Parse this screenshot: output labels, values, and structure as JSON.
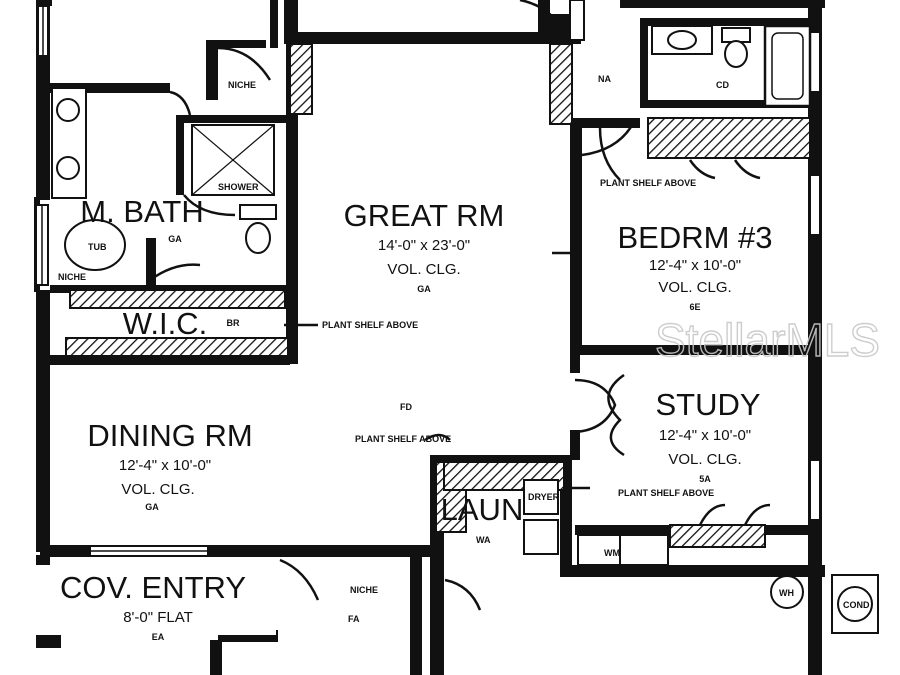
{
  "rooms": {
    "great_rm": {
      "name": "GREAT RM",
      "size": "14'-0\" x 23'-0\"",
      "ceiling": "VOL. CLG.",
      "code": "GA"
    },
    "bedrm3": {
      "name": "BEDRM #3",
      "size": "12'-4\" x 10'-0\"",
      "ceiling": "VOL. CLG.",
      "code": "6E"
    },
    "m_bath": {
      "name": "M. BATH",
      "code": "GA"
    },
    "wic": {
      "name": "W.I.C."
    },
    "dining_rm": {
      "name": "DINING RM",
      "size": "12'-4\" x 10'-0\"",
      "ceiling": "VOL. CLG.",
      "code": "GA"
    },
    "study": {
      "name": "STUDY",
      "size": "12'-4\" x 10'-0\"",
      "ceiling": "VOL. CLG.",
      "code": "5A"
    },
    "cov_entry": {
      "name": "COV. ENTRY",
      "size": "8'-0\" FLAT",
      "code": "EA"
    },
    "laun": {
      "name": "LAUN"
    }
  },
  "small_labels": {
    "niche_top": "NICHE",
    "niche_left": "NICHE",
    "niche_entry": "NICHE",
    "shower": "SHOWER",
    "tub": "TUB",
    "br": "BR",
    "na": "NA",
    "cd": "CD",
    "plant_shelf_great": "PLANT SHELF ABOVE",
    "plant_shelf_bed": "PLANT SHELF ABOVE",
    "plant_shelf_dining": "PLANT SHELF ABOVE",
    "plant_shelf_study": "PLANT SHELF ABOVE",
    "fd": "FD",
    "wa": "WA",
    "fa": "FA",
    "wh": "WH",
    "dryer": "DRYER",
    "wm_unit": "WM",
    "cond": "COND"
  },
  "watermark": "StellarMLS"
}
